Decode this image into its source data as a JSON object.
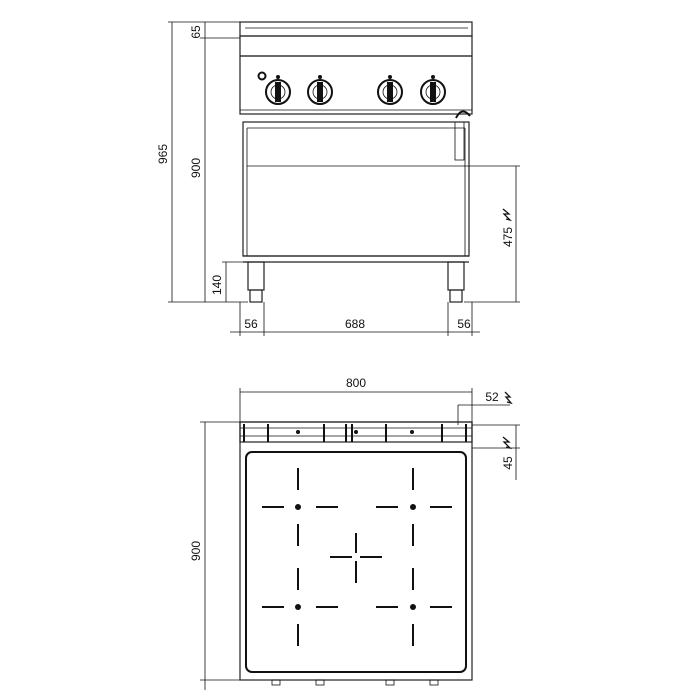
{
  "front_view": {
    "dimensions": {
      "total_height": "965",
      "top_panel": "65",
      "height_to_top": "900",
      "leg_height": "140",
      "connection_height": "475",
      "left_offset": "56",
      "inner_width": "688",
      "right_offset": "56"
    },
    "knob_count": 4,
    "electric_symbol": "lightning-bolt-icon"
  },
  "top_view": {
    "dimensions": {
      "width": "800",
      "depth": "900",
      "rear_offset": "52",
      "connection_offset": "45"
    },
    "electric_symbol": "lightning-bolt-icon"
  },
  "colors": {
    "line": "#111111",
    "background": "#ffffff"
  }
}
